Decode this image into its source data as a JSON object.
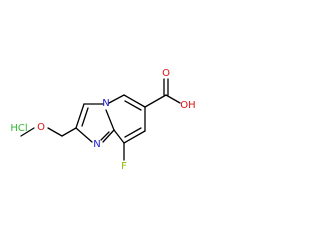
{
  "salt_label": "HCl",
  "atoms": {
    "oxygen_ether": "O",
    "nitrogen_bridge": "N",
    "nitrogen_ring": "N",
    "fluorine": "F",
    "oxygen_carbonyl": "O",
    "hydroxyl": "OH"
  },
  "colors": {
    "bond": "#000000",
    "salt": "#33b833",
    "oxygen": "#e01010",
    "nitrogen": "#1a1ad0",
    "fluorine": "#8cb800"
  }
}
